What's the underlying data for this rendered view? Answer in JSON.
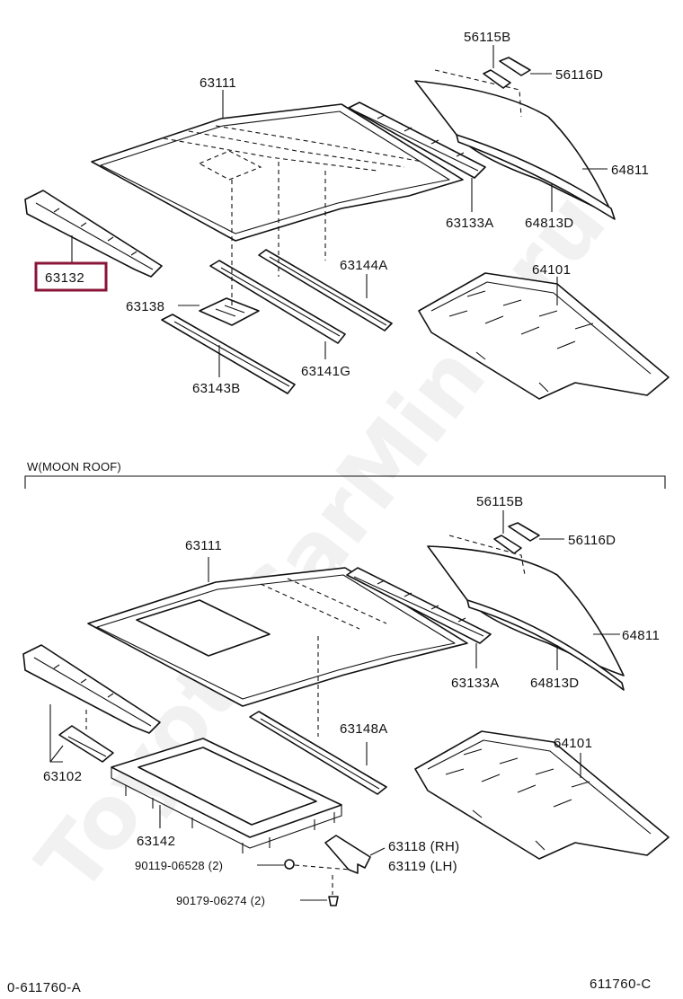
{
  "top_section": {
    "labels": {
      "roof_panel": "63111",
      "front_header_panel": "63132",
      "rear_header_panel": "63133A",
      "roof_bow_1": "63144A",
      "roof_bow_2": "63141G",
      "roof_bow_3": "63143B",
      "reinforcement_pad": "63138",
      "back_window_glass": "64811",
      "back_window_weatherstrip": "64813D",
      "package_tray": "64101",
      "stopper_1": "56115B",
      "stopper_2": "56116D"
    },
    "highlighted": "63132"
  },
  "bottom_section": {
    "heading": "W(MOON ROOF)",
    "labels": {
      "roof_panel": "63111",
      "front_header_panel": "63102",
      "rear_header_panel": "63133A",
      "roof_bow": "63148A",
      "moon_roof_frame": "63142",
      "back_window_glass": "64811",
      "back_window_weatherstrip": "64813D",
      "package_tray": "64101",
      "stopper_1": "56115B",
      "stopper_2": "56116D",
      "bracket_rh": "63118 (RH)",
      "bracket_lh": "63119 (LH)",
      "bolt": "90119-06528 (2)",
      "clip": "90179-06274 (2)"
    }
  },
  "footer": {
    "left_code": "0-611760-A",
    "right_code": "611760-C"
  },
  "watermark": "ToyotaCarMine.ru",
  "colors": {
    "highlight": "#8a1538",
    "line": "#111111"
  }
}
